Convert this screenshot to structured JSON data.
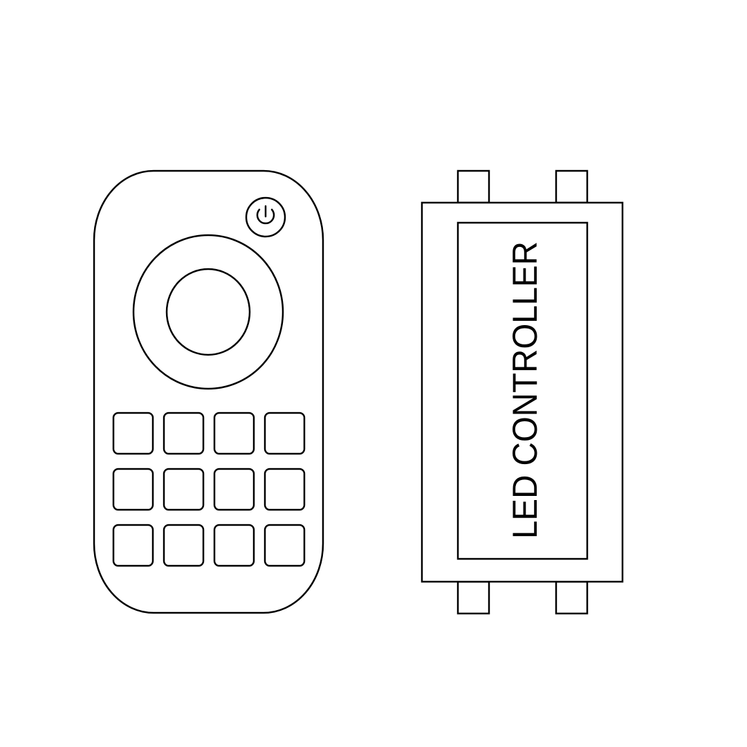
{
  "remote": {
    "power_icon": "power-icon",
    "dial_icon": "dial-icon",
    "button_rows": 3,
    "button_columns": 4
  },
  "controller": {
    "label": "LED CONTROLLER"
  },
  "colors": {
    "stroke": "#000000",
    "background": "#ffffff"
  }
}
